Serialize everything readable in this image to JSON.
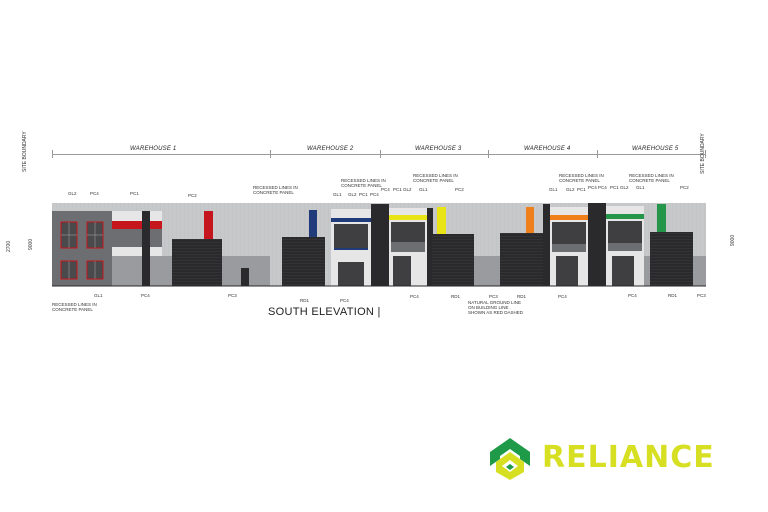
{
  "drawing": {
    "title": "SOUTH ELEVATION |",
    "site_boundary_left": "SITE BOUNDARY",
    "site_boundary_right": "SITE BOUNDARY",
    "dim_left_a": "2700",
    "dim_left_b": "9000",
    "dim_right": "9000",
    "dim_mid": "2700",
    "warehouses": [
      {
        "label": "WAREHOUSE 1"
      },
      {
        "label": "WAREHOUSE 2"
      },
      {
        "label": "WAREHOUSE 3"
      },
      {
        "label": "WAREHOUSE 4"
      },
      {
        "label": "WAREHOUSE 5"
      }
    ],
    "top_tags": [
      {
        "text": "GL2"
      },
      {
        "text": "PC4"
      },
      {
        "text": "PC1"
      },
      {
        "text": "PC2"
      },
      {
        "text": "GL1"
      },
      {
        "text": "GL2"
      },
      {
        "text": "PC1"
      },
      {
        "text": "PC4"
      },
      {
        "text": "PC4"
      },
      {
        "text": "PC1"
      },
      {
        "text": "GL2"
      },
      {
        "text": "GL1"
      },
      {
        "text": "PC2"
      },
      {
        "text": "GL1"
      },
      {
        "text": "GL2"
      },
      {
        "text": "PC1"
      },
      {
        "text": "PC4"
      },
      {
        "text": "PC4"
      },
      {
        "text": "PC1"
      },
      {
        "text": "GL2"
      },
      {
        "text": "GL1"
      },
      {
        "text": "PC2"
      }
    ],
    "bottom_tags": [
      {
        "text": "GL1"
      },
      {
        "text": "PC4"
      },
      {
        "text": "PC3"
      },
      {
        "text": "RD1"
      },
      {
        "text": "PC4"
      },
      {
        "text": "PC4"
      },
      {
        "text": "RD1"
      },
      {
        "text": "PC3"
      },
      {
        "text": "RD1"
      },
      {
        "text": "PC4"
      },
      {
        "text": "PC4"
      },
      {
        "text": "RD1"
      },
      {
        "text": "PC3"
      }
    ],
    "notes": {
      "recessed_a": "RECESSED LINES IN",
      "recessed_b": "CONCRETE PANEL",
      "natural_a": "NATURAL GROUND LINE",
      "natural_b": "ON BUILDING LINE",
      "natural_c": "SHOWN AS RED DASHED"
    }
  },
  "logo": {
    "text": "RELIANCE",
    "colors": {
      "green": "#1f9a48",
      "yellow": "#d7df23"
    }
  },
  "colors": {
    "dark_panel": "#2a2a2c",
    "mid_grey": "#6d6e71",
    "light_grey": "#c7c8ca",
    "red": "#c4161c",
    "navy": "#1f3b7a",
    "yellow": "#e9e416",
    "orange": "#ef7f1a",
    "green": "#24964a"
  }
}
